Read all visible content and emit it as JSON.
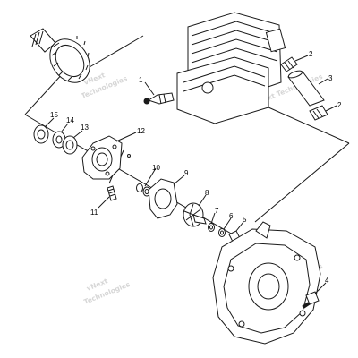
{
  "watermark": {
    "text_1": "vNext",
    "text_2": "Technologies",
    "text_3": "vNext Technologies"
  },
  "callouts": {
    "c1": "1",
    "c2a": "2",
    "c2b": "2",
    "c3": "3",
    "c4": "4",
    "c5": "5",
    "c6": "6",
    "c7": "7",
    "c8": "8",
    "c9": "9",
    "c10": "10",
    "c11": "11",
    "c12": "12",
    "c13": "13",
    "c14": "14",
    "c15": "15"
  }
}
